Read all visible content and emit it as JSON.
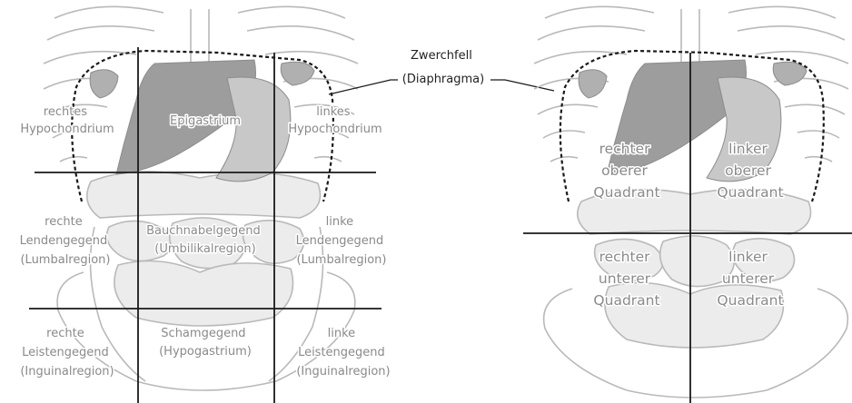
{
  "colors": {
    "line": "#1a1a1a",
    "organ_outline": "#b9b9b9",
    "organ_fill": "#ececec",
    "organ_dark": "#9d9d9d",
    "label": "#8a8a8a"
  },
  "callout": {
    "line1": "Zwerchfell",
    "line2": "(Diaphragma)"
  },
  "nine_regions": {
    "right_hypochondrium": [
      "rechtes",
      "Hypochondrium"
    ],
    "epigastrium": [
      "Epigastrium"
    ],
    "left_hypochondrium": [
      "linkes",
      "Hypochondrium"
    ],
    "right_lumbar": [
      "rechte",
      "Lendengegend",
      "(Lumbalregion)"
    ],
    "umbilical": [
      "Bauchnabelgegend",
      "(Umbilikalregion)"
    ],
    "left_lumbar": [
      "linke",
      "Lendengegend",
      "(Lumbalregion)"
    ],
    "right_inguinal": [
      "rechte",
      "Leistengegend",
      "(Inguinalregion)"
    ],
    "hypogastrium": [
      "Schamgegend",
      "(Hypogastrium)"
    ],
    "left_inguinal": [
      "linke",
      "Leistengegend",
      "(Inguinalregion)"
    ]
  },
  "four_quadrants": {
    "right_upper": [
      "rechter",
      "oberer",
      "Quadrant"
    ],
    "left_upper": [
      "linker",
      "oberer",
      "Quadrant"
    ],
    "right_lower": [
      "rechter",
      "unterer",
      "Quadrant"
    ],
    "left_lower": [
      "linker",
      "unterer",
      "Quadrant"
    ]
  }
}
